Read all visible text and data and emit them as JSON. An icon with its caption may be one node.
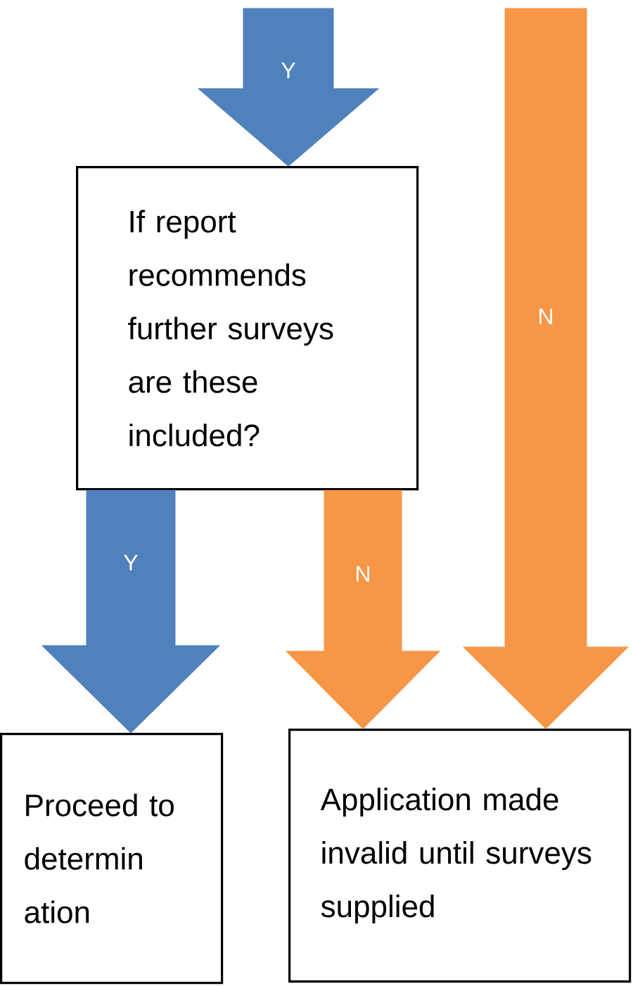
{
  "diagram": {
    "nodes": [
      {
        "text": [
          "If report recommends further surveys are these included?"
        ]
      },
      {
        "text": [
          "Proceed to determin ation"
        ]
      },
      {
        "text": [
          "Application made invalid until surveys supplied"
        ]
      }
    ],
    "edges": [
      {
        "from": null,
        "to": 0,
        "arrow": "to",
        "label": "Y",
        "color": "#4f81bd"
      },
      {
        "from": 0,
        "to": 1,
        "arrow": "to",
        "label": "Y",
        "color": "#4f81bd"
      },
      {
        "from": 0,
        "to": 2,
        "arrow": "to",
        "label": "N",
        "color": "#f79646"
      },
      {
        "from": null,
        "to": 2,
        "arrow": "to",
        "label": "N",
        "color": "#f79646"
      }
    ]
  }
}
